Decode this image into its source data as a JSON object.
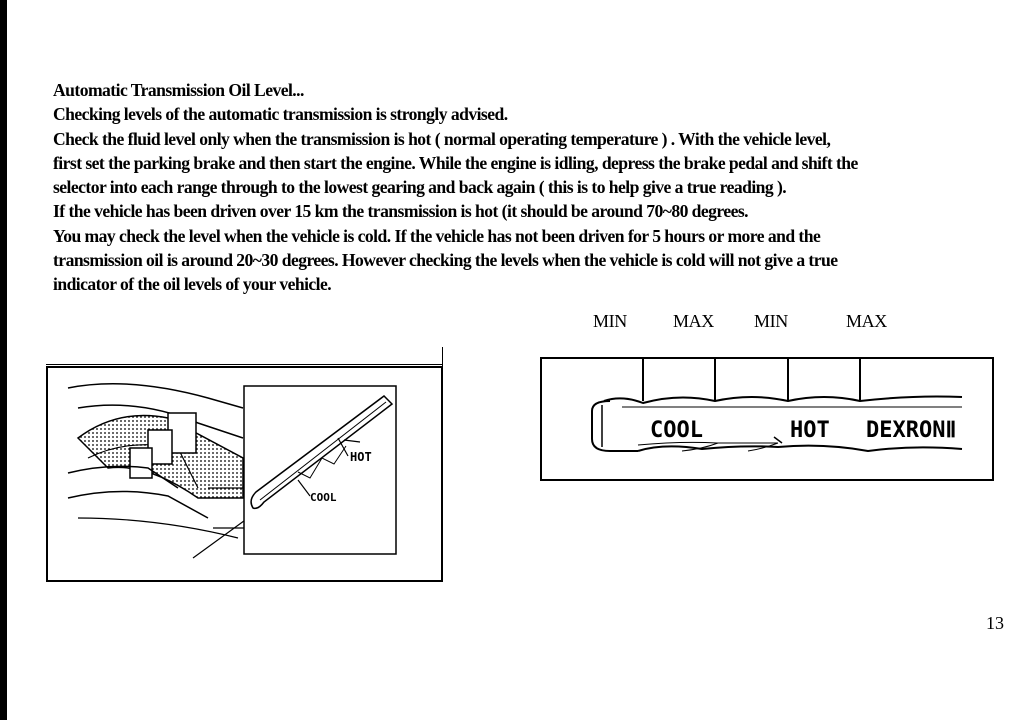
{
  "section": {
    "title": "Automatic Transmission Oil Level...",
    "lines": [
      "Checking levels of the automatic transmission is strongly advised.",
      "Check the fluid level only when the transmission is hot ( normal operating temperature ) . With the vehicle level,",
      "first set the parking brake and then start the engine. While the engine is idling, depress the brake pedal and shift the",
      "selector into each range through to the lowest gearing and back again ( this is to help give a true reading ).",
      "If the vehicle has been driven over 15 km the transmission is hot (it should be around 70~80 degrees.",
      "You may check the level when the vehicle is cold. If the vehicle has not been driven for 5 hours or more and the",
      "transmission oil is around 20~30 degrees. However checking the levels when the vehicle is cold will not give a true",
      "indicator of the oil levels of your vehicle."
    ]
  },
  "gauge": {
    "markers": [
      "MIN",
      "MAX",
      "MIN",
      "MAX"
    ],
    "cool_label": "COOL",
    "hot_label": "HOT",
    "fluid_label": "DEXRONⅡ"
  },
  "illustration": {
    "hot_label": "HOT",
    "cool_label": "COOL"
  },
  "page_number": "13"
}
